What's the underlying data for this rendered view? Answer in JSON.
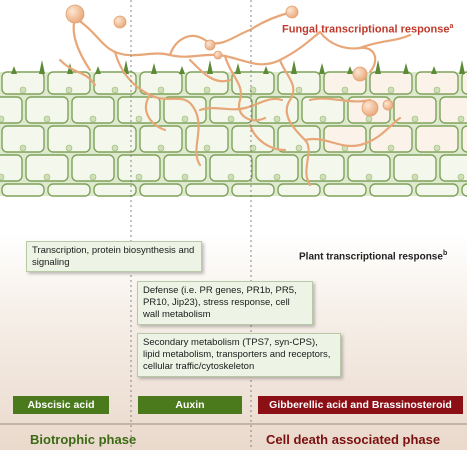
{
  "headings": {
    "fungal_response": "Fungal transcriptional response",
    "fungal_sup": "a",
    "plant_response": "Plant transcriptional response",
    "plant_sup": "b"
  },
  "boxes": [
    "Transcription, protein biosynthesis and signaling",
    "Defense (i.e. PR genes, PR1b, PR5, PR10, Jip23), stress response, cell wall metabolism",
    "Secondary metabolism (TPS7, syn-CPS), lipid metabolism, transporters and receptors, cellular traffic/cytoskeleton"
  ],
  "hormones": [
    {
      "label": "Abscisic acid",
      "color": "#4a7a1c"
    },
    {
      "label": "Auxin",
      "color": "#4a7a1c"
    },
    {
      "label": "Gibberellic acid and Brassinosteroid",
      "color": "#8b0f14"
    }
  ],
  "phases": [
    {
      "label": "Biotrophic phase",
      "color": "#3c6a14"
    },
    {
      "label": "Cell death associated phase",
      "color": "#7a1010"
    }
  ],
  "colors": {
    "fungus": "#e8a779",
    "cell_border": "#7ea35a",
    "cell_fill": "#f4f8ec",
    "dead_cell_fill": "#fbf3ea",
    "fungal_heading": "#c0392b"
  }
}
